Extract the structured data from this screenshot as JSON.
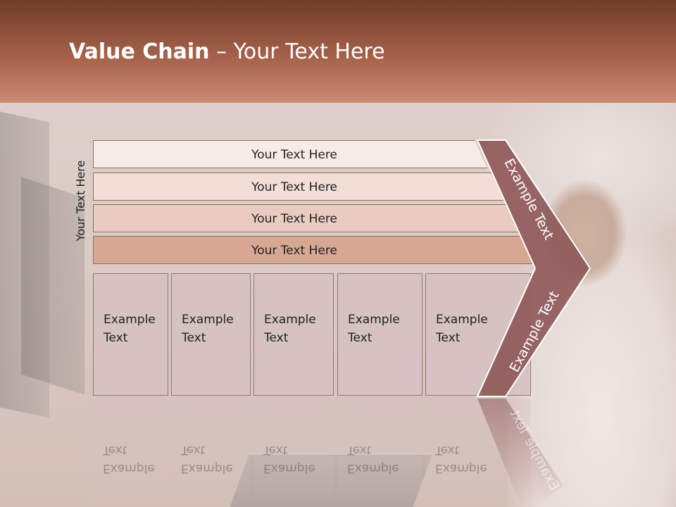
{
  "slide": {
    "title_bold": "Value Chain",
    "title_rest": " – Your Text Here",
    "side_label": "Your Text Here",
    "bars": [
      {
        "label": "Your Text Here"
      },
      {
        "label": "Your Text Here"
      },
      {
        "label": "Your Text Here"
      },
      {
        "label": "Your Text Here"
      }
    ],
    "boxes": [
      {
        "label": "Example\nText"
      },
      {
        "label": "Example\nText"
      },
      {
        "label": "Example\nText"
      },
      {
        "label": "Example\nText"
      },
      {
        "label": "Example\nText"
      }
    ],
    "chevron_top": "Example Text",
    "chevron_bottom": "Example Text"
  },
  "colors": {
    "header_dark": "#6e3d28",
    "header_light": "#c98a72",
    "chevron_fill": "#8f5a5a",
    "bar_darkest": "#d6a490"
  }
}
